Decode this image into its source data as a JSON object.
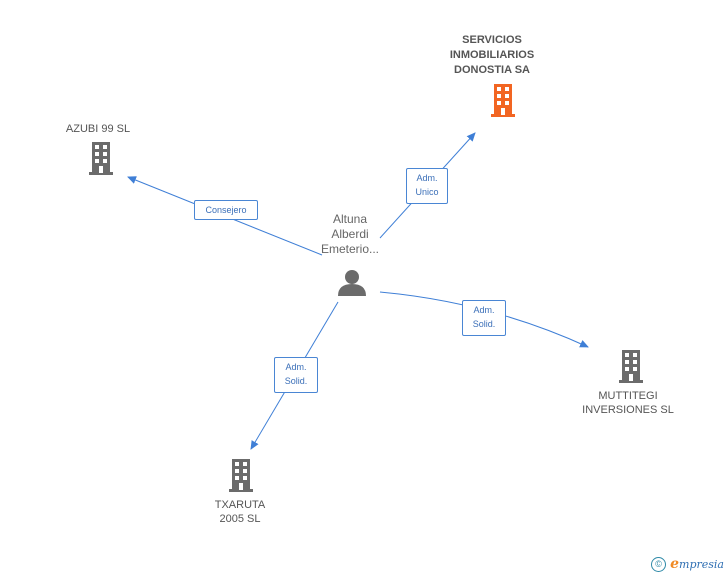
{
  "center": {
    "name": "Altuna\nAlberdi\nEmeterio..."
  },
  "companies": {
    "main": {
      "name": "SERVICIOS\nINMOBILIARIOS\nDONOSTIA SA"
    },
    "azubi": {
      "name": "AZUBI 99 SL"
    },
    "muttitegi": {
      "name": "MUTTITEGI\nINVERSIONES SL"
    },
    "txaruta": {
      "name": "TXARUTA\n2005 SL"
    }
  },
  "edges": {
    "main": "Adm.\nUnico",
    "azubi": "Consejero",
    "muttitegi": "Adm.\nSolid.",
    "txaruta": "Adm.\nSolid."
  },
  "colors": {
    "main_building": "#f26522",
    "building": "#6b6b6b",
    "person": "#6b6b6b",
    "edge": "#3f7fd6"
  },
  "footer": {
    "copyright": "©",
    "brand_rest": "mpresia",
    "brand_initial": "e"
  }
}
